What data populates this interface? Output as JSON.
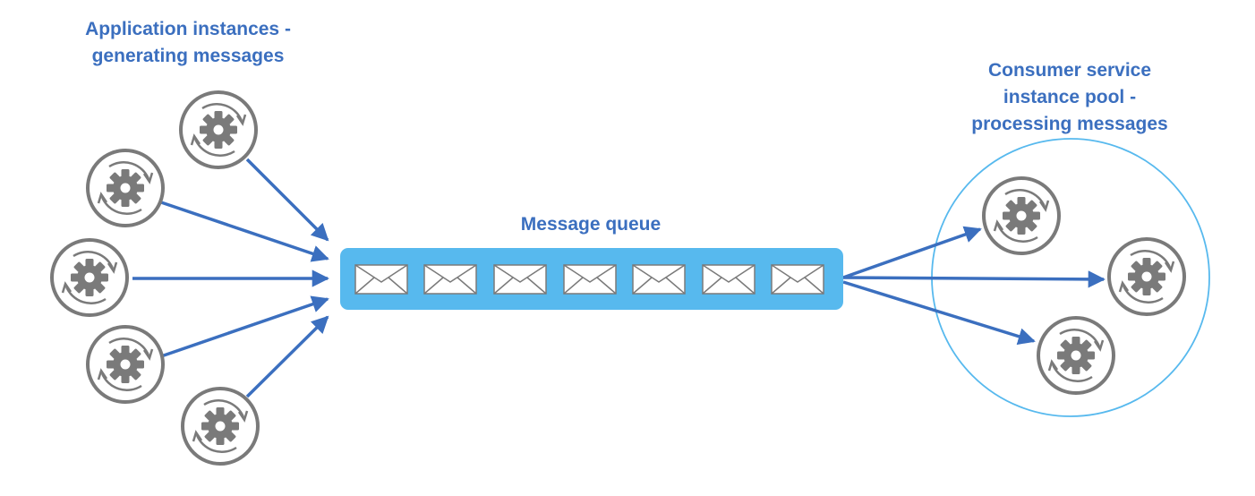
{
  "labels": {
    "producers": [
      "Application instances -",
      "generating messages"
    ],
    "queue": "Message queue",
    "consumers": [
      "Consumer service",
      "instance pool -",
      "processing messages"
    ]
  },
  "icons": {
    "producer_instance": "gear-with-cycle-arrows-icon",
    "consumer_instance": "gear-with-cycle-arrows-icon",
    "message": "envelope-icon"
  },
  "colors": {
    "text": "#3b6fbf",
    "arrow": "#3b6fbf",
    "queue_fill": "#57b9ee",
    "pool_outline": "#57b9ee",
    "instance_gray": "#7a7a7a"
  }
}
